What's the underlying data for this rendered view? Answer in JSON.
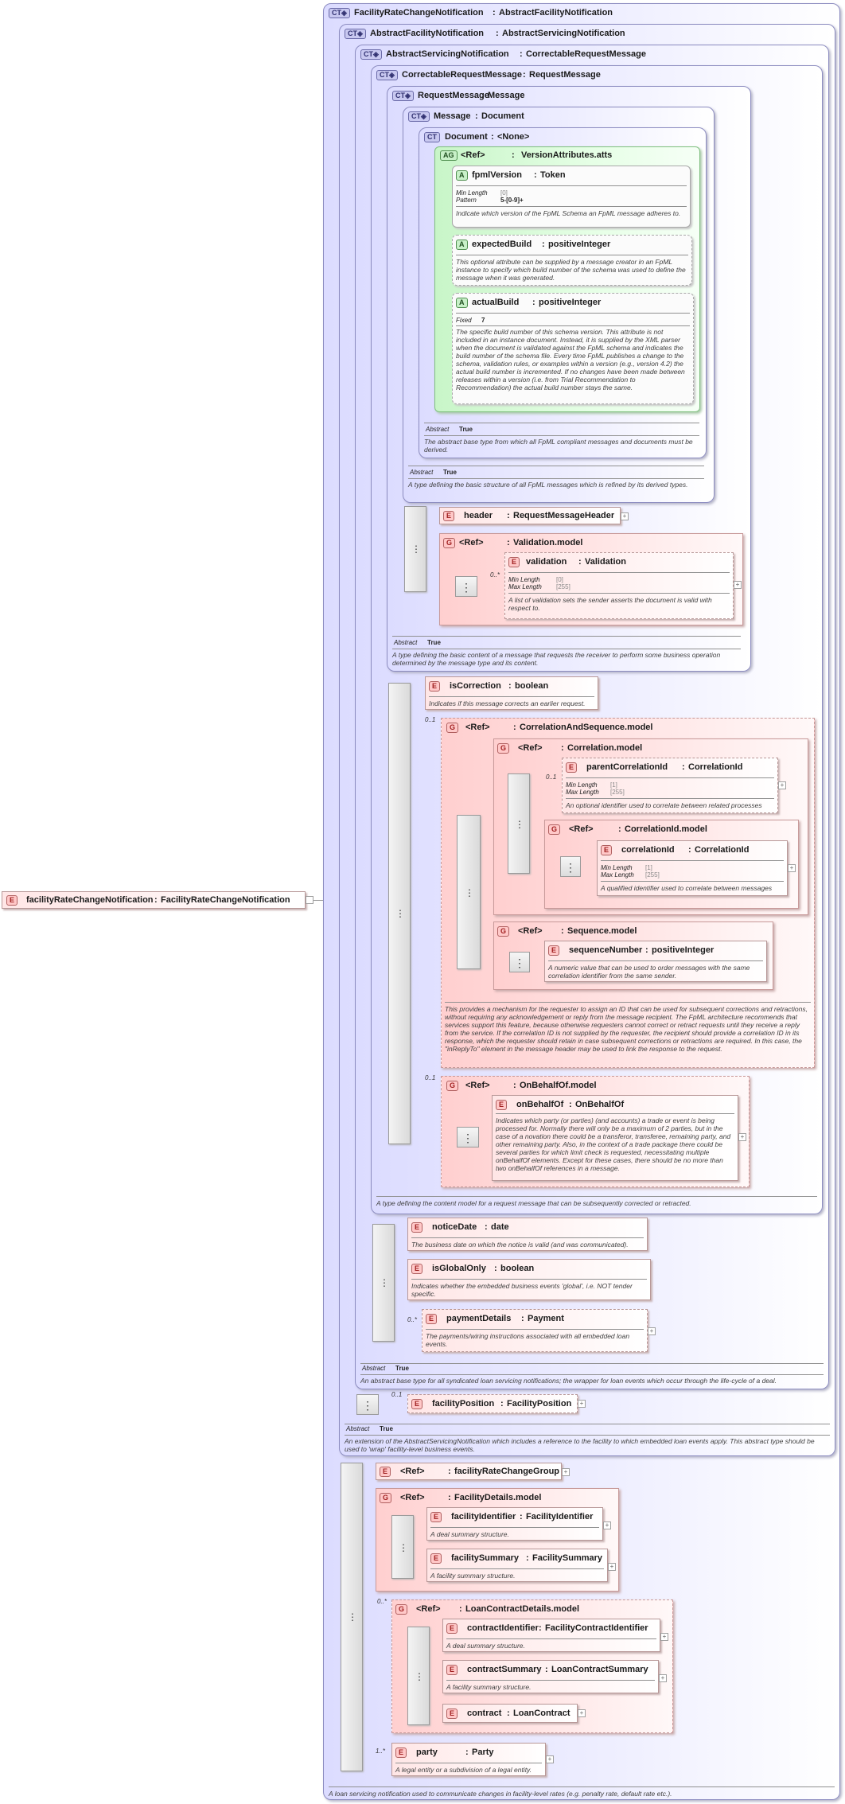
{
  "nodes": {
    "frcn": {
      "kind": "CT",
      "name": "FacilityRateChangeNotification",
      "base": "AbstractFacilityNotification",
      "desc": "A loan servicing notification used to communicate changes in facility-level rates (e.g. penalty rate, default rate etc.)."
    },
    "afn": {
      "kind": "CT",
      "name": "AbstractFacilityNotification",
      "base": "AbstractServicingNotification",
      "abstract_label": "Abstract",
      "abstract_value": "True",
      "desc": "An extension of the AbstractServicingNotification which includes a reference to the facility to which embedded loan events apply. This abstract type should be used to 'wrap' facility-level business events."
    },
    "asn": {
      "kind": "CT",
      "name": "AbstractServicingNotification",
      "base": "CorrectableRequestMessage",
      "abstract_label": "Abstract",
      "abstract_value": "True",
      "desc": "An abstract base type for all syndicated loan servicing notifications; the wrapper for loan events which occur through the life-cycle of a deal."
    },
    "crm": {
      "kind": "CT",
      "name": "CorrectableRequestMessage",
      "base": "RequestMessage",
      "desc": "A type defining the content model for a request message that can be subsequently corrected or retracted."
    },
    "rm": {
      "kind": "CT",
      "name": "RequestMessage",
      "base": "Message",
      "abstract_label": "Abstract",
      "abstract_value": "True",
      "desc": "A type defining the basic content of a message that requests the receiver to perform some business operation determined by the message type and its content."
    },
    "msg": {
      "kind": "CT",
      "name": "Message",
      "base": "Document",
      "abstract_label": "Abstract",
      "abstract_value": "True",
      "desc": "A type defining the basic structure of all FpML messages which is refined by its derived types."
    },
    "doc": {
      "kind": "CT",
      "name": "Document",
      "base": "<None>",
      "abstract_label": "Abstract",
      "abstract_value": "True",
      "desc": "The abstract base type from which all FpML compliant messages and documents must be derived."
    },
    "va": {
      "kind": "AG",
      "name": "<Ref>",
      "base": "VersionAttributes.atts"
    },
    "fpmlVersion": {
      "kind": "A",
      "name": "fpmlVersion",
      "base": "Token",
      "p1_label": "Min Length",
      "p1_value": "[0]",
      "p2_label": "Pattern",
      "p2_value": "5-[0-9]+",
      "desc": "Indicate which version of the FpML Schema an FpML message adheres to."
    },
    "expectedBuild": {
      "kind": "A",
      "name": "expectedBuild",
      "base": "positiveInteger",
      "desc": "This optional attribute can be supplied by a message creator in an FpML instance to specify which build number of the schema was used to define the message when it was generated."
    },
    "actualBuild": {
      "kind": "A",
      "name": "actualBuild",
      "base": "positiveInteger",
      "p1_label": "Fixed",
      "p1_value": "7",
      "desc": "The specific build number of this schema version. This attribute is not included in an instance document. Instead, it is supplied by the XML parser when the document is validated against the FpML schema and indicates the build number of the schema file. Every time FpML publishes a change to the schema, validation rules, or examples within a version (e.g., version 4.2) the actual build number is incremented. If no changes have been made between releases within a version (i.e. from Trial Recommendation to Recommendation) the actual build number stays the same."
    },
    "header": {
      "kind": "E",
      "name": "header",
      "base": "RequestMessageHeader"
    },
    "valModel": {
      "kind": "G",
      "name": "<Ref>",
      "base": "Validation.model"
    },
    "validation": {
      "kind": "E",
      "name": "validation",
      "base": "Validation",
      "card": "0..*",
      "p1_label": "Min Length",
      "p1_value": "[0]",
      "p2_label": "Max Length",
      "p2_value": "[255]",
      "desc": "A list of validation sets the sender asserts the document is valid with respect to."
    },
    "isCorrection": {
      "kind": "E",
      "name": "isCorrection",
      "base": "boolean",
      "desc": "Indicates if this message corrects an earlier request."
    },
    "casModel": {
      "kind": "G",
      "name": "<Ref>",
      "base": "CorrelationAndSequence.model",
      "card": "0..1",
      "desc": "This provides a mechanism for the requester to assign an ID that can be used for subsequent corrections and retractions, without requiring any acknowledgement or reply from the message recipient. The FpML architecture recommends that services support this feature, because otherwise requesters cannot correct or retract requests until they receive a reply from the service. If the correlation ID is not supplied by the requester, the recipient should provide a correlation ID in its response, which the requester should retain in case subsequent corrections or retractions are required. In this case, the \"inReplyTo\" element in the message header may be used to link the response to the request."
    },
    "corrModel": {
      "kind": "G",
      "name": "<Ref>",
      "base": "Correlation.model"
    },
    "parentCorrelationId": {
      "kind": "E",
      "name": "parentCorrelationId",
      "base": "CorrelationId",
      "card": "0..1",
      "p1_label": "Min Length",
      "p1_value": "[1]",
      "p2_label": "Max Length",
      "p2_value": "[255]",
      "desc": "An optional identifier used to correlate between related processes"
    },
    "corrIdModel": {
      "kind": "G",
      "name": "<Ref>",
      "base": "CorrelationId.model"
    },
    "correlationId": {
      "kind": "E",
      "name": "correlationId",
      "base": "CorrelationId",
      "p1_label": "Min Length",
      "p1_value": "[1]",
      "p2_label": "Max Length",
      "p2_value": "[255]",
      "desc": "A qualified identifier used to correlate between messages"
    },
    "seqModel": {
      "kind": "G",
      "name": "<Ref>",
      "base": "Sequence.model"
    },
    "sequenceNumber": {
      "kind": "E",
      "name": "sequenceNumber",
      "base": "positiveInteger",
      "desc": "A numeric value that can be used to order messages with the same correlation identifier from the same sender."
    },
    "oboModel": {
      "kind": "G",
      "name": "<Ref>",
      "base": "OnBehalfOf.model",
      "card": "0..1"
    },
    "onBehalfOf": {
      "kind": "E",
      "name": "onBehalfOf",
      "base": "OnBehalfOf",
      "desc": "Indicates which party (or parties) (and accounts) a trade or event is being processed for. Normally there will only be a maximum of 2 parties, but in the case of a novation there could be a transferor, transferee, remaining party, and other remaining party. Also, in the context of a trade package there could be several parties for which limit check is requested, necessitating multiple onBehalfOf elements. Except for these cases, there should be no more than two onBehalfOf references in a message."
    },
    "noticeDate": {
      "kind": "E",
      "name": "noticeDate",
      "base": "date",
      "desc": "The business date on which the notice is valid (and was communicated)."
    },
    "isGlobalOnly": {
      "kind": "E",
      "name": "isGlobalOnly",
      "base": "boolean",
      "desc": "Indicates whether the embedded business events 'global', i.e. NOT tender specific."
    },
    "paymentDetails": {
      "kind": "E",
      "name": "paymentDetails",
      "base": "Payment",
      "card": "0..*",
      "desc": "The payments/wiring instructions associated with all embedded loan events."
    },
    "facilityPosition": {
      "kind": "E",
      "name": "facilityPosition",
      "base": "FacilityPosition",
      "card": "0..1"
    },
    "frcg": {
      "kind": "E",
      "name": "<Ref>",
      "base": "facilityRateChangeGroup"
    },
    "fdModel": {
      "kind": "G",
      "name": "<Ref>",
      "base": "FacilityDetails.model"
    },
    "facilityIdentifier": {
      "kind": "E",
      "name": "facilityIdentifier",
      "base": "FacilityIdentifier",
      "desc": "A deal summary structure."
    },
    "facilitySummary": {
      "kind": "E",
      "name": "facilitySummary",
      "base": "FacilitySummary",
      "desc": "A facility summary structure."
    },
    "lcdModel": {
      "kind": "G",
      "name": "<Ref>",
      "base": "LoanContractDetails.model",
      "card": "0..*"
    },
    "contractIdentifier": {
      "kind": "E",
      "name": "contractIdentifier",
      "base": "FacilityContractIdentifier",
      "desc": "A deal summary structure."
    },
    "contractSummary": {
      "kind": "E",
      "name": "contractSummary",
      "base": "LoanContractSummary",
      "desc": "A facility summary structure."
    },
    "contract": {
      "kind": "E",
      "name": "contract",
      "base": "LoanContract"
    },
    "party": {
      "kind": "E",
      "name": "party",
      "base": "Party",
      "card": "1..*",
      "desc": "A legal entity or a subdivision of a legal entity."
    },
    "root": {
      "kind": "E",
      "name": "facilityRateChangeNotification",
      "base": "FacilityRateChangeNotification"
    }
  }
}
